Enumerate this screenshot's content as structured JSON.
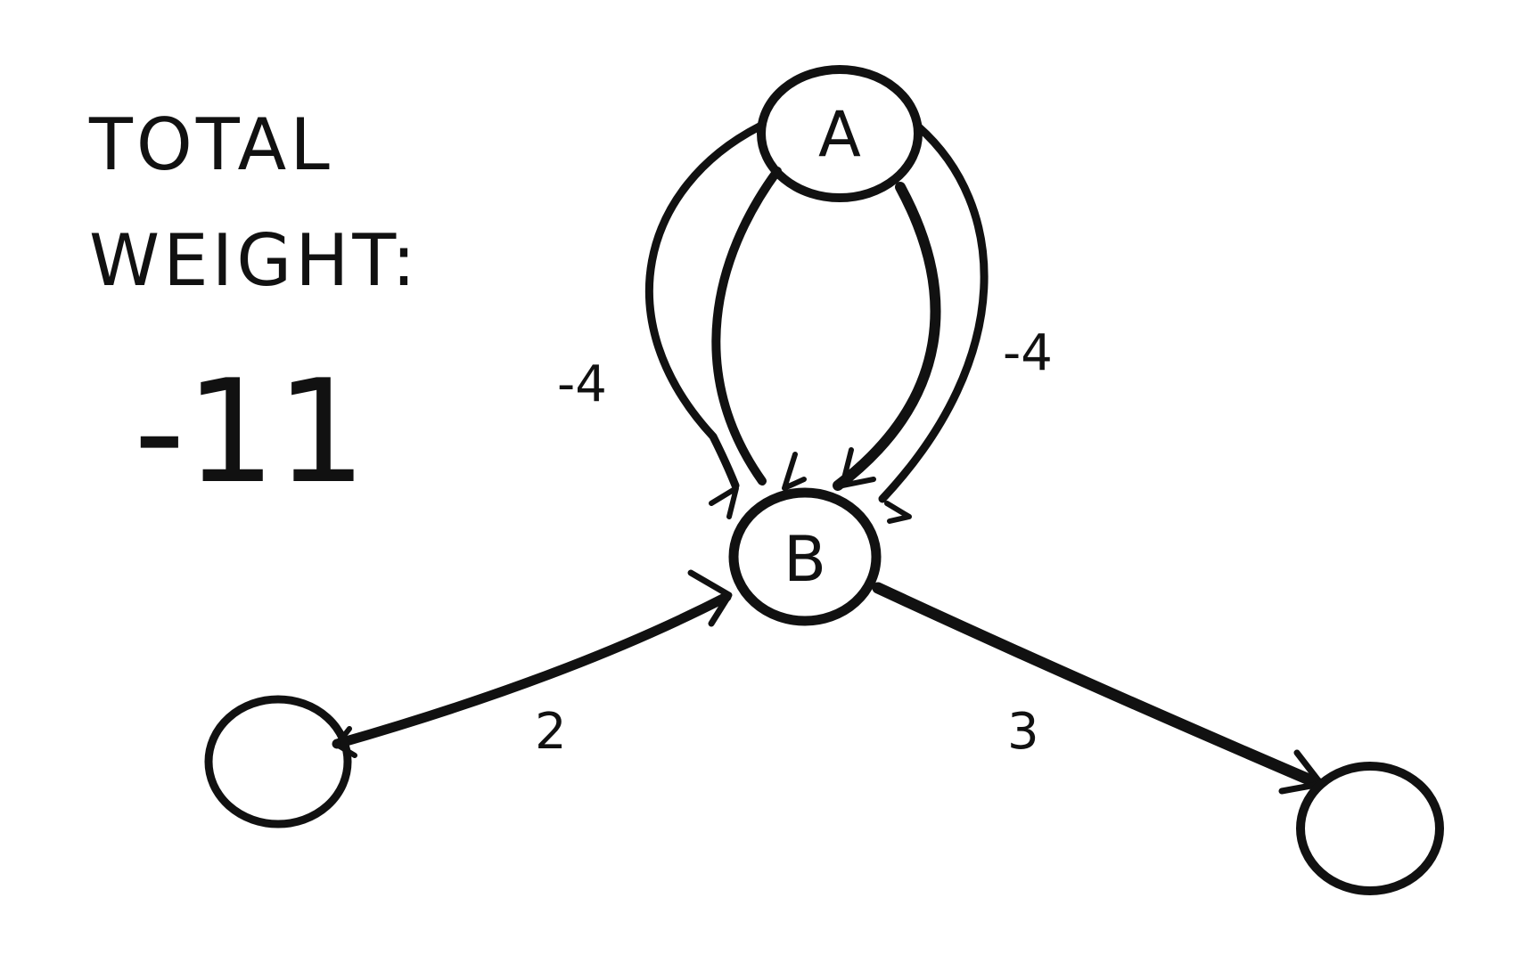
{
  "title": {
    "line1": "TOTAL",
    "line2": "WEIGHT:",
    "value": "-11"
  },
  "nodes": {
    "a": {
      "label": "A"
    },
    "b": {
      "label": "B"
    },
    "left": {
      "label": ""
    },
    "right": {
      "label": ""
    }
  },
  "edges": {
    "a_b_outer_left": {
      "weight": ""
    },
    "a_b_inner_left": {
      "weight": "-4"
    },
    "a_b_inner_right": {
      "weight": ""
    },
    "a_b_outer_right": {
      "weight": "-4"
    },
    "b_left": {
      "weight": "2"
    },
    "b_right": {
      "weight": "3"
    }
  },
  "colors": {
    "ink": "#111111",
    "paper": "#ffffff"
  }
}
